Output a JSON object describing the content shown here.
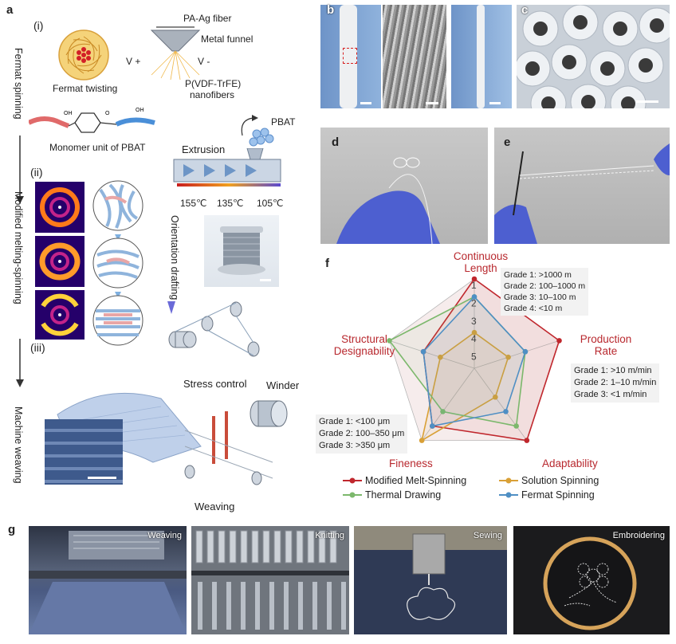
{
  "panels": {
    "a": "a",
    "b": "b",
    "c": "c",
    "d": "d",
    "e": "e",
    "f": "f",
    "g": "g"
  },
  "panel_a": {
    "step1": "(i)",
    "step2": "(ii)",
    "step3": "(iii)",
    "side1": "Fermat spinning",
    "side2": "Modified melting-spinning",
    "side3": "Machine weaving",
    "fermat_twisting": "Fermat twisting",
    "monomer": "Monomer unit of PBAT",
    "pa_ag": "PA-Ag fiber",
    "funnel": "Metal funnel",
    "v_plus": "V +",
    "v_minus": "V -",
    "pvdf": "P(VDF-TrFE)",
    "pvdf2": "nanofibers",
    "pbat": "PBAT",
    "extrusion": "Extrusion",
    "t1": "155℃",
    "t2": "135℃",
    "t3": "105℃",
    "orientation": "Orientation drafting",
    "stress": "Stress control",
    "winder": "Winder",
    "weaving": "Weaving"
  },
  "panel_f": {
    "labels": {
      "continuous1": "Continuous",
      "continuous2": "Length",
      "production1": "Production",
      "production2": "Rate",
      "structural1": "Structural",
      "structural2": "Designability",
      "fineness": "Fineness",
      "adaptability": "Adaptability"
    },
    "grades_length": [
      "Grade 1: >1000 m",
      "Grade 2: 100–1000 m",
      "Grade 3: 10–100 m",
      "Grade 4: <10 m"
    ],
    "grades_rate": [
      "Grade 1: >10 m/min",
      "Grade 2: 1–10 m/min",
      "Grade 3: <1 m/min"
    ],
    "grades_fineness": [
      "Grade 1: <100 μm",
      "Grade 2: 100–350 μm",
      "Grade 3: >350 μm"
    ],
    "ring_labels": [
      "1",
      "2",
      "3",
      "4",
      "5"
    ]
  },
  "chart_data": {
    "type": "radar",
    "axes": [
      "Continuous Length",
      "Production Rate",
      "Adaptability",
      "Fineness",
      "Structural Designability"
    ],
    "rmax": 5,
    "series": [
      {
        "name": "Modified Melt-Spinning",
        "color": "#c0272d",
        "values": [
          1,
          1,
          1,
          2,
          3
        ]
      },
      {
        "name": "Solution Spinning",
        "color": "#d9a036",
        "values": [
          4,
          4,
          4,
          1,
          4
        ]
      },
      {
        "name": "Thermal Drawing",
        "color": "#7cb86c",
        "values": [
          2,
          3,
          2,
          3,
          1
        ]
      },
      {
        "name": "Fermat Spinning",
        "color": "#4f8fc4",
        "values": [
          2,
          3,
          3,
          2,
          3
        ]
      }
    ]
  },
  "panel_g": {
    "weaving": "Weaving",
    "knitting": "Knitting",
    "sewing": "Sewing",
    "embroidering": "Embroidering"
  },
  "colors": {
    "accent_red": "#b8282e"
  }
}
